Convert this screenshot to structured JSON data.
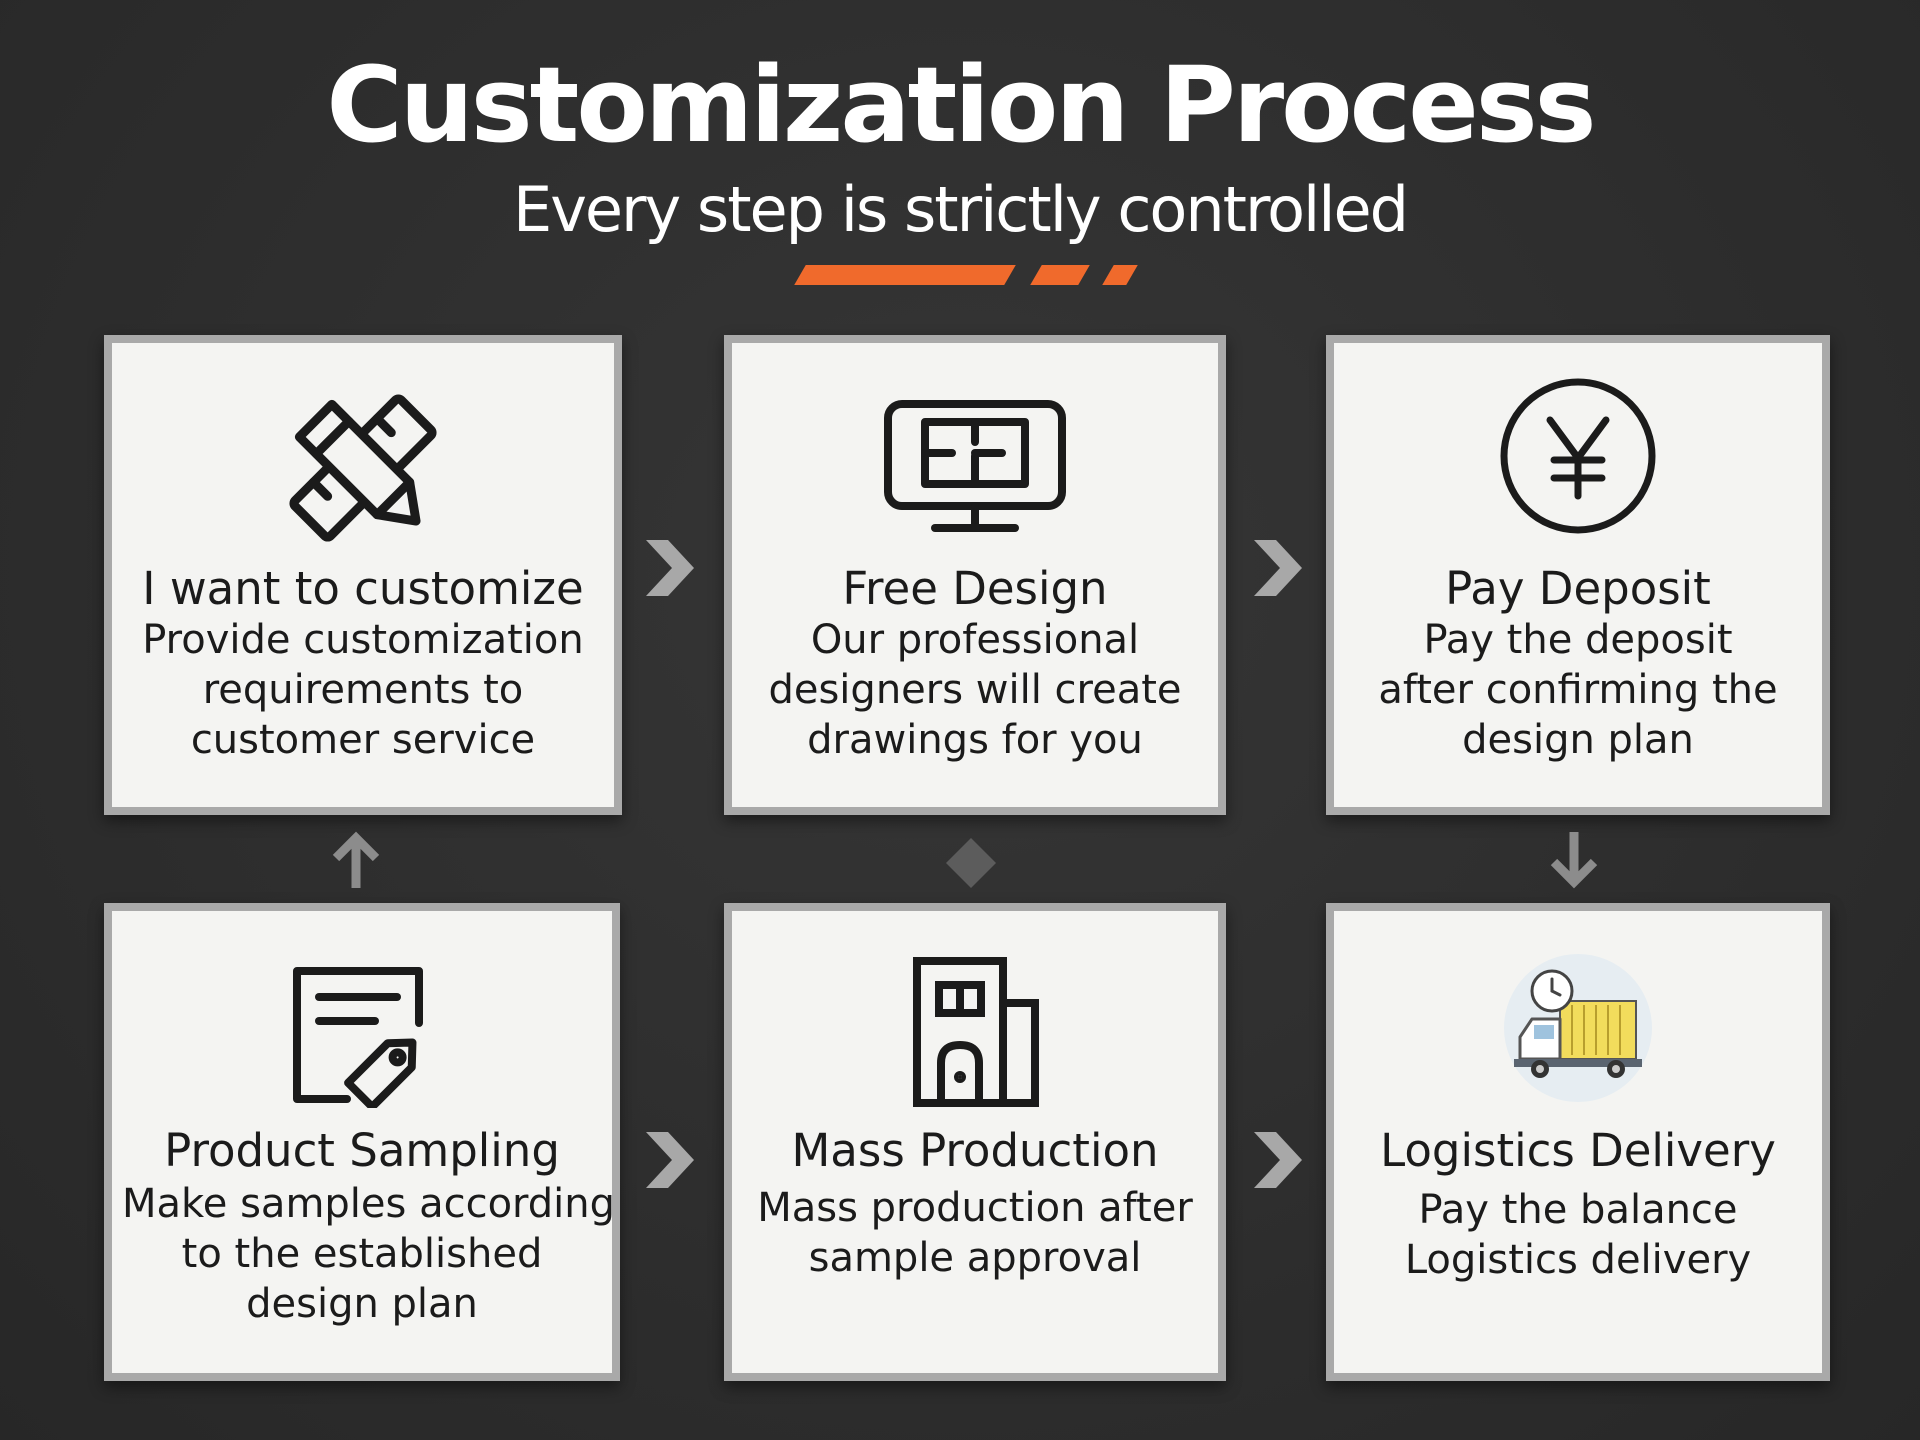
{
  "header": {
    "title": "Customization Process",
    "subtitle": "Every step is strictly controlled"
  },
  "colors": {
    "background": "#2f2f2f",
    "accent": "#f06a2c",
    "card_background": "#f4f4f2",
    "card_border": "#a9a9a9",
    "connector": "#a8a8a8",
    "icon_stroke": "#1b1b1b",
    "truck_cargo": "#f2dc5c"
  },
  "steps": [
    {
      "icon": "pencil-ruler-icon",
      "title": "I want to customize",
      "desc": [
        "Provide customization",
        "requirements to",
        "customer service"
      ]
    },
    {
      "icon": "monitor-floorplan-icon",
      "title": "Free Design",
      "desc": [
        "Our professional",
        "designers will create",
        "drawings for you"
      ]
    },
    {
      "icon": "yen-coin-icon",
      "title": "Pay Deposit",
      "desc": [
        "Pay the deposit",
        "after confirming the",
        "design plan"
      ]
    },
    {
      "icon": "document-tag-icon",
      "title": "Product Sampling",
      "desc": [
        "Make samples according",
        "to the established",
        "design plan"
      ]
    },
    {
      "icon": "factory-building-icon",
      "title": "Mass Production",
      "desc": [
        "Mass production after",
        "sample approval"
      ]
    },
    {
      "icon": "delivery-truck-icon",
      "title": "Logistics Delivery",
      "desc": [
        "Pay the balance",
        "Logistics delivery"
      ]
    }
  ],
  "connectors": [
    {
      "icon": "chevron-right-icon",
      "from": "I want to customize",
      "to": "Free Design"
    },
    {
      "icon": "chevron-right-icon",
      "from": "Free Design",
      "to": "Pay Deposit"
    },
    {
      "icon": "arrow-down-icon",
      "from": "Pay Deposit",
      "to": "Logistics Delivery"
    },
    {
      "icon": "chevron-right-icon",
      "from": "Product Sampling",
      "to": "Mass Production"
    },
    {
      "icon": "chevron-right-icon",
      "from": "Mass Production",
      "to": "Logistics Delivery"
    },
    {
      "icon": "arrow-up-icon",
      "from": "Product Sampling",
      "to": "I want to customize"
    },
    {
      "icon": "diamond-icon"
    }
  ]
}
